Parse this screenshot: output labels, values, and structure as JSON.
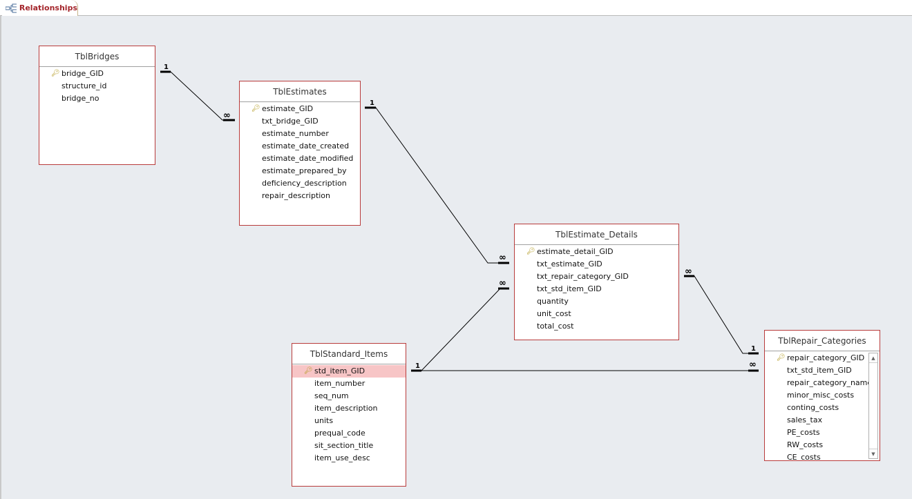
{
  "tab": {
    "label": "Relationships",
    "icon": "relationships-icon"
  },
  "tables": [
    {
      "name": "TblBridges",
      "fields": [
        "bridge_GID",
        "structure_id",
        "bridge_no"
      ],
      "key": 0
    },
    {
      "name": "TblEstimates",
      "fields": [
        "estimate_GID",
        "txt_bridge_GID",
        "estimate_number",
        "estimate_date_created",
        "estimate_date_modified",
        "estimate_prepared_by",
        "deficiency_description",
        "repair_description"
      ],
      "key": 0
    },
    {
      "name": "TblEstimate_Details",
      "fields": [
        "estimate_detail_GID",
        "txt_estimate_GID",
        "txt_repair_category_GID",
        "txt_std_item_GID",
        "quantity",
        "unit_cost",
        "total_cost"
      ],
      "key": 0
    },
    {
      "name": "TblStandard_Items",
      "fields": [
        "std_item_GID",
        "item_number",
        "seq_num",
        "item_description",
        "units",
        "prequal_code",
        "sit_section_title",
        "item_use_desc"
      ],
      "key": 0,
      "selected": 0
    },
    {
      "name": "TblRepair_Categories",
      "fields": [
        "repair_category_GID",
        "txt_std_item_GID",
        "repair_category_name",
        "minor_misc_costs",
        "conting_costs",
        "sales_tax",
        "PE_costs",
        "RW_costs",
        "CE_costs"
      ],
      "key": 0
    }
  ],
  "symbols": {
    "one": "1",
    "many": "∞"
  }
}
